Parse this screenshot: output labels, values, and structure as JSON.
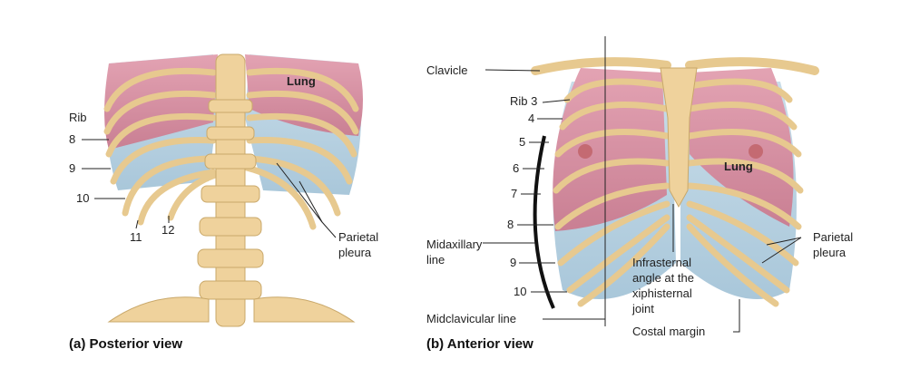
{
  "panel_a": {
    "caption": "(a) Posterior view",
    "labels": {
      "rib": "Rib",
      "rib8": "8",
      "rib9": "9",
      "rib10": "10",
      "rib11": "11",
      "rib12": "12",
      "lung": "Lung",
      "parietal_pleura_1": "Parietal",
      "parietal_pleura_2": "pleura"
    }
  },
  "panel_b": {
    "caption": "(b) Anterior view",
    "labels": {
      "clavicle": "Clavicle",
      "rib3": "Rib 3",
      "rib4": "4",
      "rib5": "5",
      "rib6": "6",
      "rib7": "7",
      "rib8": "8",
      "midaxillary_1": "Midaxillary",
      "midaxillary_2": "line",
      "rib9": "9",
      "rib10": "10",
      "midclavicular": "Midclavicular line",
      "lung": "Lung",
      "infrasternal_1": "Infrasternal",
      "infrasternal_2": "angle at the",
      "infrasternal_3": "xiphisternal",
      "infrasternal_4": "joint",
      "costal_margin": "Costal margin",
      "parietal_pleura_1": "Parietal",
      "parietal_pleura_2": "pleura"
    }
  },
  "colors": {
    "lung": "#d98fa2",
    "pleura": "#b8d3e3",
    "bone": "#efd29c",
    "bone_edge": "#c9a86a",
    "line": "#222222"
  }
}
